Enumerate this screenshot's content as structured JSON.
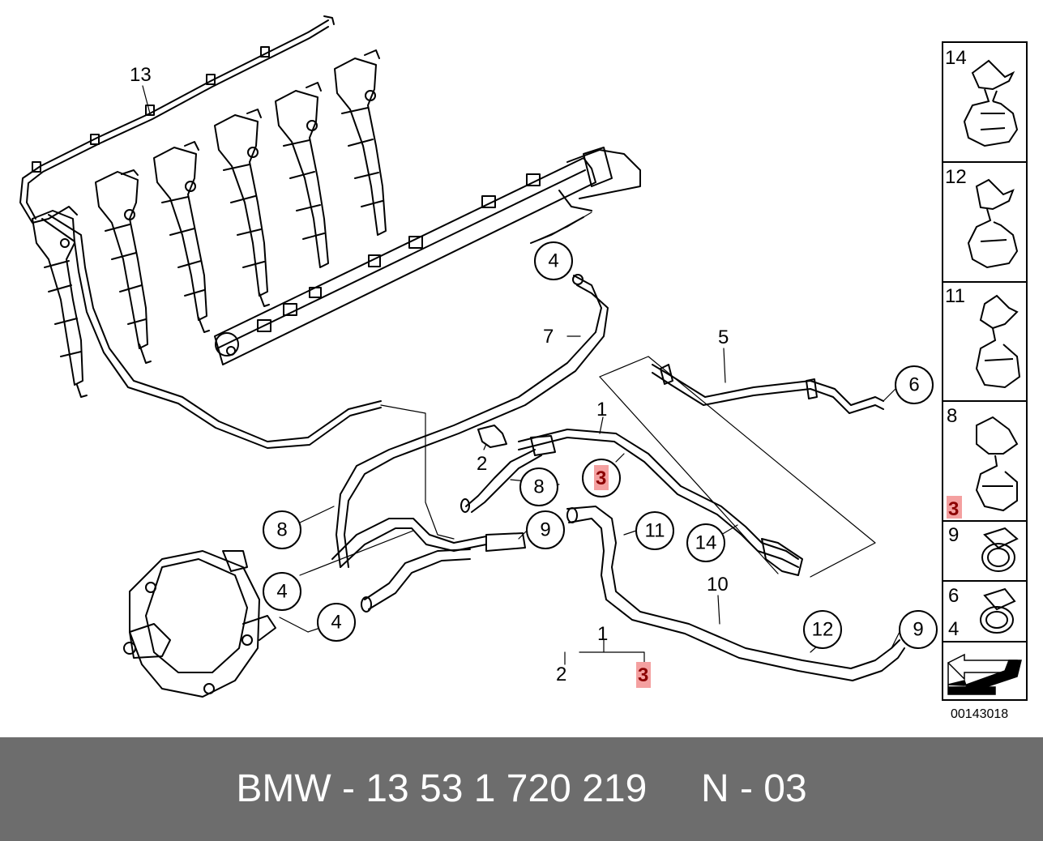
{
  "diagram": {
    "part_code": "00143018",
    "callouts": {
      "c13": "13",
      "c4a": "4",
      "c7": "7",
      "c5": "5",
      "c6": "6",
      "c1a": "1",
      "c2a": "2",
      "c3a": "3",
      "c8a": "8",
      "c9a": "9",
      "c11": "11",
      "c14": "14",
      "c8b": "8",
      "c4b": "4",
      "c4c": "4",
      "c10": "10",
      "c12": "12",
      "c9b": "9",
      "c1b": "1",
      "c2b": "2",
      "c3b": "3"
    },
    "sidebar": {
      "s14": "14",
      "s12": "12",
      "s11": "11",
      "s8": "8",
      "s3": "3",
      "s9": "9",
      "s6": "6",
      "s4": "4"
    },
    "highlight_color": "#f4a0a0"
  },
  "banner": {
    "text": "BMW - 13 53 1 720 219     N - 03"
  }
}
